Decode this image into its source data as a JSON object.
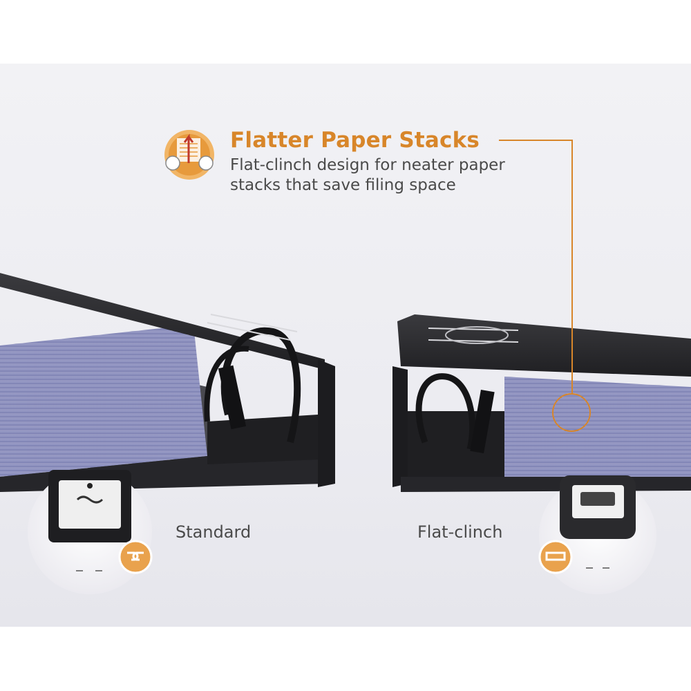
{
  "callout": {
    "title": "Flatter Paper Stacks",
    "description_line1": "Flat-clinch design for neater paper",
    "description_line2": "stacks that save filing space"
  },
  "labels": {
    "standard": "Standard",
    "flat_clinch": "Flat-clinch"
  },
  "colors": {
    "accent": "#d8862a",
    "text": "#4a4a4a",
    "binder": "#2b2b2e",
    "paper": "#7e82b5"
  },
  "icons": [
    "paper-stack-icon",
    "standard-staple-icon",
    "flat-staple-icon"
  ]
}
